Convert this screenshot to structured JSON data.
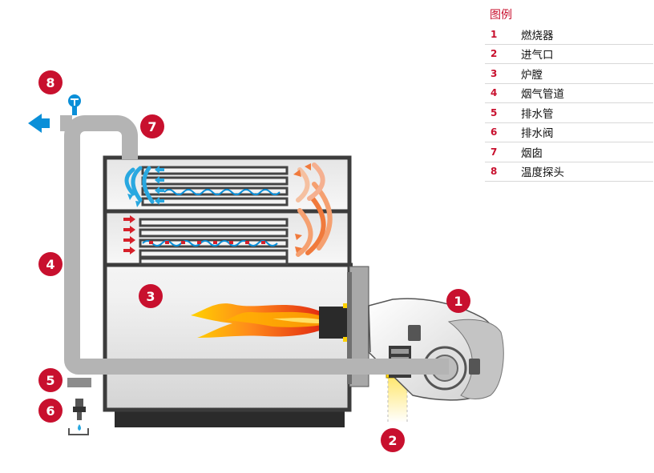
{
  "legend": {
    "title": "图例",
    "items": [
      {
        "num": "1",
        "label": "燃烧器"
      },
      {
        "num": "2",
        "label": "进气口"
      },
      {
        "num": "3",
        "label": "炉膛"
      },
      {
        "num": "4",
        "label": "烟气管道"
      },
      {
        "num": "5",
        "label": "排水管"
      },
      {
        "num": "6",
        "label": "排水阀"
      },
      {
        "num": "7",
        "label": "烟囱"
      },
      {
        "num": "8",
        "label": "温度探头"
      }
    ]
  },
  "badges": [
    "1",
    "2",
    "3",
    "4",
    "5",
    "6",
    "7",
    "8"
  ],
  "colors": {
    "accent_red": "#c8102e",
    "duct_gray": "#b4b4b4",
    "boiler_outline": "#3c3c3c",
    "flue_gas_blue": "#29a8e0",
    "hot_gas_orange": "#f07a3c",
    "flame_yellow": "#ffd200",
    "flow_arrow_blue": "#0a8fd8"
  },
  "icons": {
    "flow_outlet": "arrow-left-icon",
    "temperature_probe": "probe-icon",
    "drain_valve": "valve-icon",
    "drain_drop": "water-drop-icon"
  }
}
